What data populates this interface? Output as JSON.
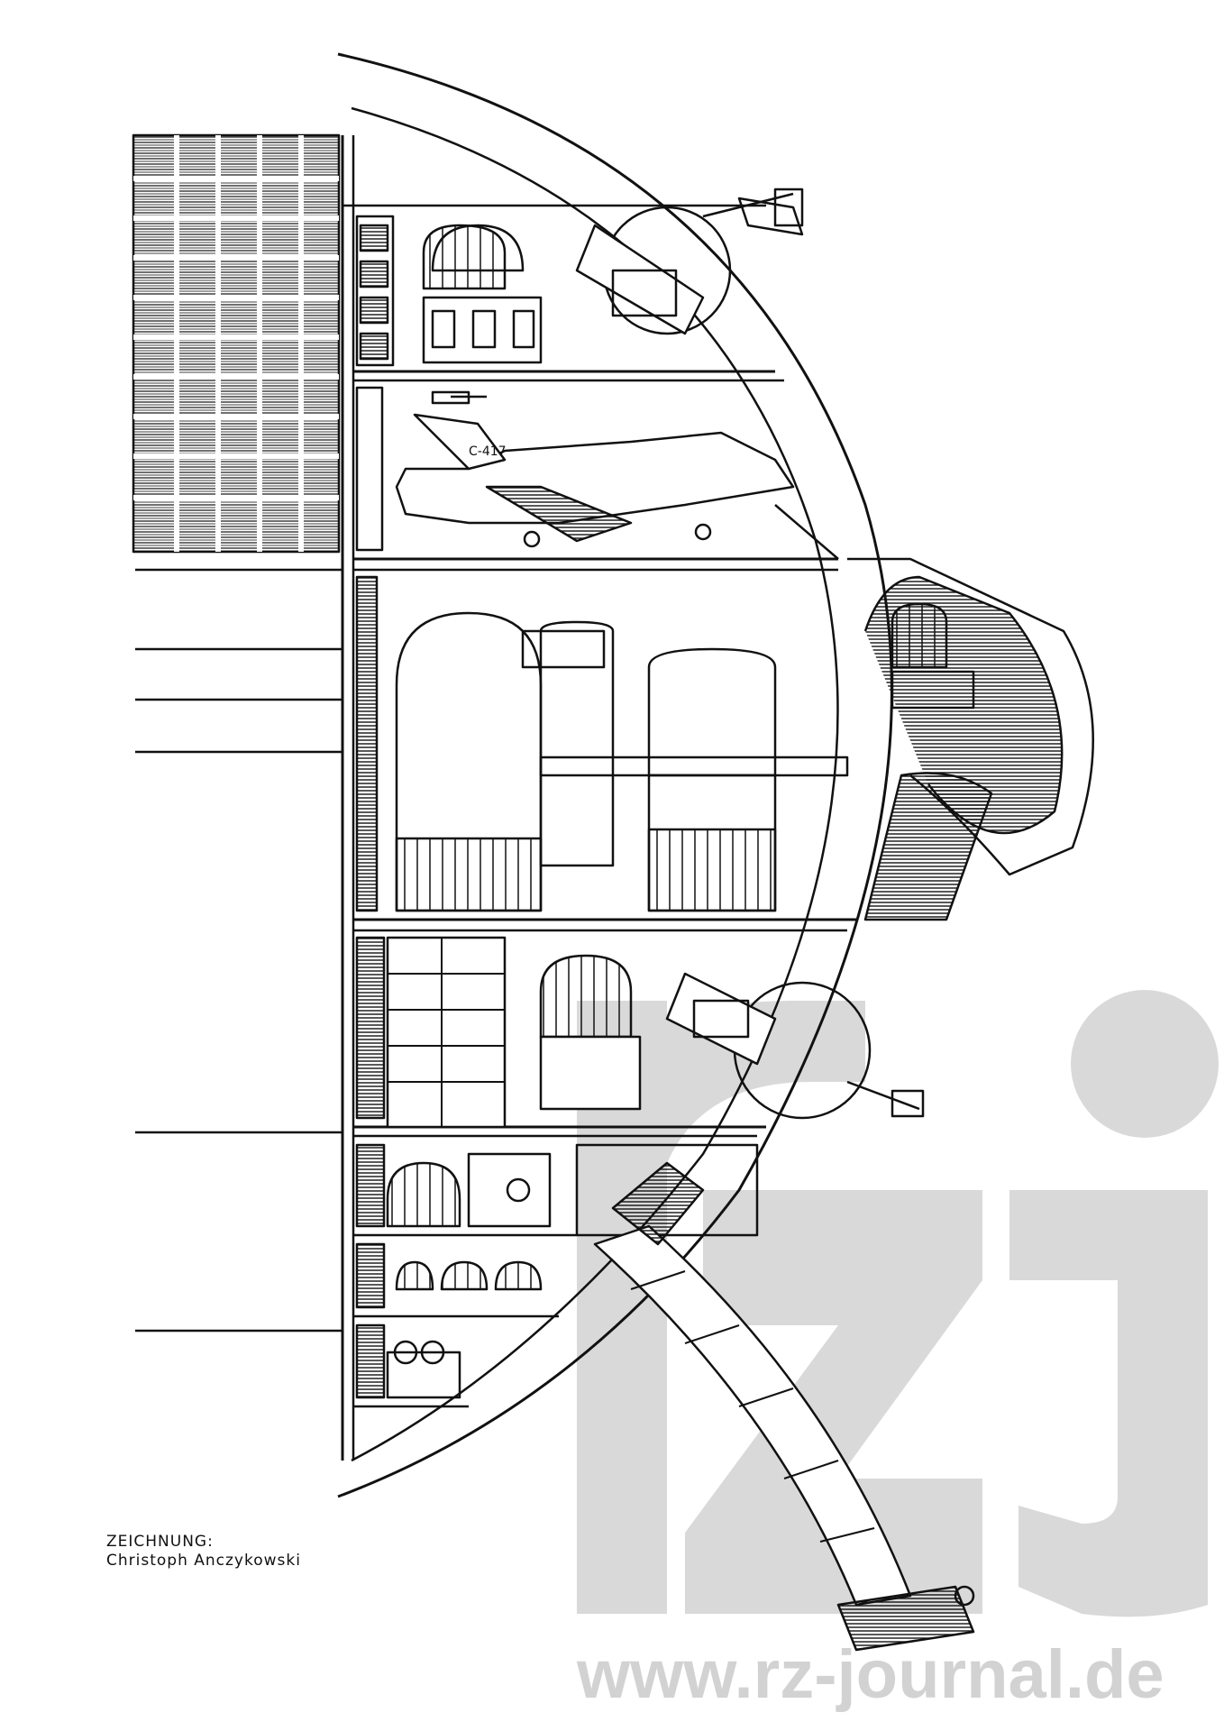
{
  "credit": {
    "label": "ZEICHNUNG:",
    "artist": "Christoph Anczykowski"
  },
  "craft_marking": "C-417",
  "watermark": {
    "logo_text": "rzj",
    "url": "www.rz-journal.de"
  },
  "colors": {
    "ink": "#111111",
    "paper": "#ffffff",
    "watermark": "#d2d2d2"
  }
}
